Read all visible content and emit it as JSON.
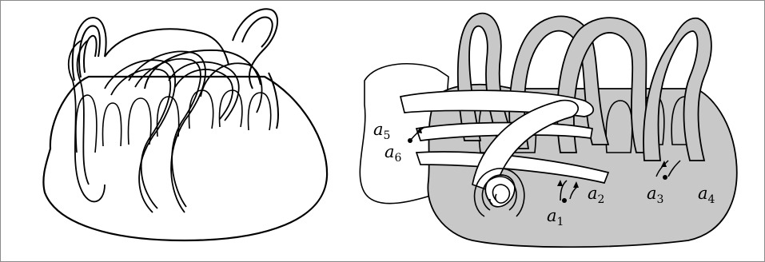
{
  "figure": {
    "labels": [
      {
        "id": "a1",
        "base": "a",
        "sub": "1"
      },
      {
        "id": "a2",
        "base": "a",
        "sub": "2"
      },
      {
        "id": "a3",
        "base": "a",
        "sub": "3"
      },
      {
        "id": "a4",
        "base": "a",
        "sub": "4"
      },
      {
        "id": "a5",
        "base": "a",
        "sub": "5"
      },
      {
        "id": "a6",
        "base": "a",
        "sub": "6"
      }
    ],
    "colors": {
      "surface_fill": "#c8c8c8",
      "stroke": "#000000",
      "band_fill": "#ffffff"
    }
  }
}
